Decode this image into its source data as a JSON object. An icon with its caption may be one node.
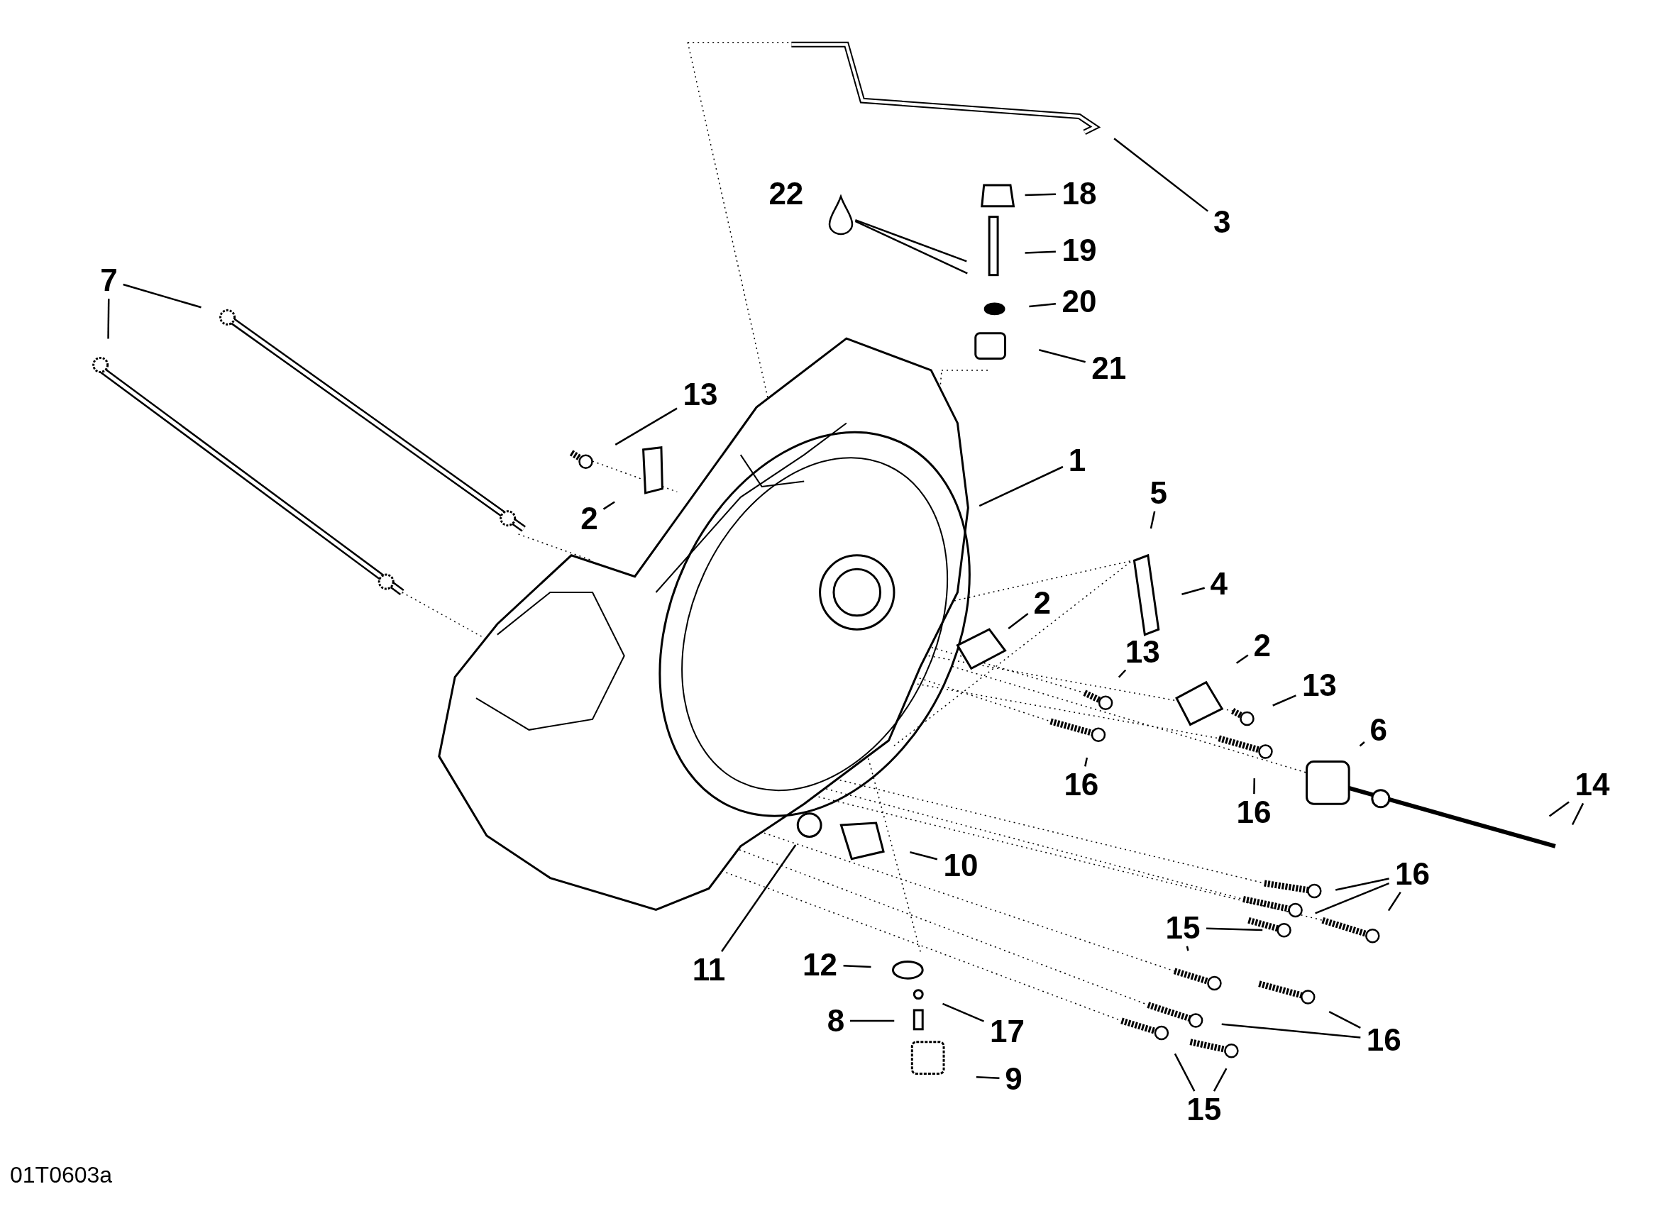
{
  "diagram": {
    "nodes": [
      {
        "text": [
          "1"
        ]
      },
      {
        "text": [
          "2"
        ]
      },
      {
        "text": [
          "2"
        ]
      },
      {
        "text": [
          "2"
        ]
      },
      {
        "text": [
          "3"
        ]
      },
      {
        "text": [
          "4"
        ]
      },
      {
        "text": [
          "5"
        ]
      },
      {
        "text": [
          "6"
        ]
      },
      {
        "text": [
          "7"
        ]
      },
      {
        "text": [
          "8"
        ]
      },
      {
        "text": [
          "9"
        ]
      },
      {
        "text": [
          "10"
        ]
      },
      {
        "text": [
          "11"
        ]
      },
      {
        "text": [
          "12"
        ]
      },
      {
        "text": [
          "13"
        ]
      },
      {
        "text": [
          "13"
        ]
      },
      {
        "text": [
          "13"
        ]
      },
      {
        "text": [
          "14"
        ]
      },
      {
        "text": [
          "15"
        ]
      },
      {
        "text": [
          "15"
        ]
      },
      {
        "text": [
          "16"
        ]
      },
      {
        "text": [
          "16"
        ]
      },
      {
        "text": [
          "16"
        ]
      },
      {
        "text": [
          "16"
        ]
      },
      {
        "text": [
          "17"
        ]
      },
      {
        "text": [
          "18"
        ]
      },
      {
        "text": [
          "19"
        ]
      },
      {
        "text": [
          "20"
        ]
      },
      {
        "text": [
          "21"
        ]
      },
      {
        "text": [
          "22"
        ]
      },
      {
        "text": [],
        "shape": "picture"
      }
    ],
    "edges": [
      {
        "from": 0,
        "to": null,
        "arrow": "none"
      },
      {
        "from": 1,
        "to": null,
        "arrow": "none"
      },
      {
        "from": 2,
        "to": null,
        "arrow": "none"
      },
      {
        "from": 3,
        "to": null,
        "arrow": "none"
      },
      {
        "from": 4,
        "to": null,
        "arrow": "none"
      },
      {
        "from": 5,
        "to": null,
        "arrow": "none"
      },
      {
        "from": 6,
        "to": null,
        "arrow": "none"
      },
      {
        "from": 7,
        "to": null,
        "arrow": "none"
      },
      {
        "from": 8,
        "to": null,
        "arrow": "none"
      },
      {
        "from": 8,
        "to": null,
        "arrow": "none"
      },
      {
        "from": 9,
        "to": null,
        "arrow": "none"
      },
      {
        "from": 10,
        "to": null,
        "arrow": "none"
      },
      {
        "from": 11,
        "to": null,
        "arrow": "none"
      },
      {
        "from": 12,
        "to": null,
        "arrow": "none"
      },
      {
        "from": 13,
        "to": null,
        "arrow": "none"
      },
      {
        "from": 14,
        "to": null,
        "arrow": "none"
      },
      {
        "from": 15,
        "to": null,
        "arrow": "none"
      },
      {
        "from": 16,
        "to": null,
        "arrow": "none"
      },
      {
        "from": 17,
        "to": null,
        "arrow": "none"
      },
      {
        "from": 17,
        "to": null,
        "arrow": "none"
      },
      {
        "from": 18,
        "to": null,
        "arrow": "none"
      },
      {
        "from": 18,
        "to": null,
        "arrow": "none"
      },
      {
        "from": 19,
        "to": null,
        "arrow": "none"
      },
      {
        "from": 19,
        "to": null,
        "arrow": "none"
      },
      {
        "from": 20,
        "to": null,
        "arrow": "none"
      },
      {
        "from": 21,
        "to": null,
        "arrow": "none"
      },
      {
        "from": 22,
        "to": null,
        "arrow": "none"
      },
      {
        "from": 22,
        "to": null,
        "arrow": "none"
      },
      {
        "from": 22,
        "to": null,
        "arrow": "none"
      },
      {
        "from": 23,
        "to": null,
        "arrow": "none"
      },
      {
        "from": 23,
        "to": null,
        "arrow": "none"
      },
      {
        "from": 24,
        "to": null,
        "arrow": "none"
      },
      {
        "from": 25,
        "to": null,
        "arrow": "none"
      },
      {
        "from": 26,
        "to": null,
        "arrow": "none"
      },
      {
        "from": 27,
        "to": null,
        "arrow": "none"
      },
      {
        "from": 28,
        "to": null,
        "arrow": "none"
      },
      {
        "from": 30,
        "to": null,
        "arrow": "none"
      },
      {
        "from": 30,
        "to": null,
        "arrow": "none"
      }
    ],
    "labels": [
      "01T0603a"
    ]
  }
}
